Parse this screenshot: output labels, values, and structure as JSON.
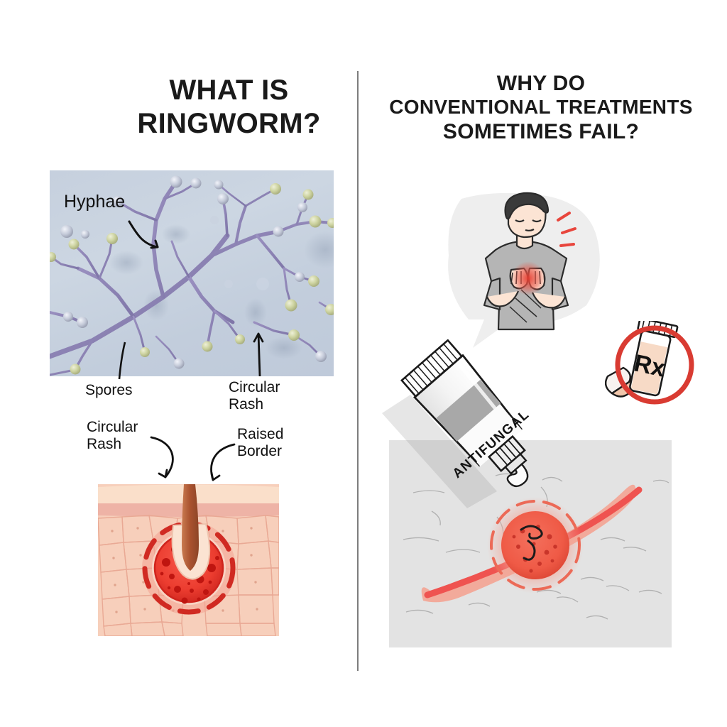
{
  "page": {
    "background": "#ffffff",
    "divider_color": "#7d7d7d",
    "layout": "two-column medical infographic"
  },
  "left_panel": {
    "title_line1": "WHAT IS",
    "title_line2": "RINGWORM?",
    "microscopy": {
      "caption_inside": "Hyphae",
      "background_color": "#c8d2e0",
      "hyphae_color": "#8e85b8",
      "spore_color": "#c9cf9a",
      "description": "microscope view of branching fungal hyphae with round spores"
    },
    "labels": [
      {
        "text": "Hyphae",
        "pointer": "curved-arrow-down-right"
      },
      {
        "text": "Spores",
        "pointer": "straight-line-up"
      },
      {
        "text": "Circular\nRash",
        "pointer": "straight-arrow-up"
      },
      {
        "text": "Circular\nRash",
        "pointer": "curved-arrow-down-right"
      },
      {
        "text": "Raised\nBorder",
        "pointer": "curved-arrow-down-left"
      }
    ],
    "label_spores": "Spores",
    "label_circular_rash_micro_line1": "Circular",
    "label_circular_rash_micro_line2": "Rash",
    "label_circular_rash_skin_line1": "Circular",
    "label_circular_rash_skin_line2": "Rash",
    "label_raised_border_line1": "Raised",
    "label_raised_border_line2": "Border",
    "skin_diagram": {
      "description": "skin cross-section with hair follicle and red circular ringworm lesion",
      "epidermis_color": "#f8dcc7",
      "dermis_color": "#f6cdb8",
      "band_color": "#eab0a5",
      "lesion_color": "#ef4136",
      "lesion_dot_color": "#c1161b",
      "dashed_ring_color": "#d32f2f",
      "hair_color": "#b5643c"
    }
  },
  "right_panel": {
    "title_line1": "WHY DO",
    "title_line2": "CONVENTIONAL TREATMENTS",
    "title_line3": "SOMETIMES FAIL?",
    "scene_bubble": {
      "description": "speech bubble with person scratching itchy red chest rash",
      "bubble_color": "#eeeeee",
      "shirt_color": "#b5b5b5",
      "hair_color": "#3a3a3a",
      "skin_color": "#fce4d4",
      "irritation_color": "#e8453c"
    },
    "rx_icon": {
      "label": "Rx",
      "description": "prescription pill bottle with pill, crossed out",
      "prohibition_color": "#d93b32",
      "bottle_fill": "#f7dac6"
    },
    "treatment_scene": {
      "tube_label": "ANTIFUNGAL",
      "description": "antifungal cream tube squeezing onto a persistent circular rash",
      "panel_color": "#e3e3e3",
      "tube_body_color": "#f7f7f7",
      "tube_band_color": "#a8a8a8",
      "rash_color": "#f0604f",
      "streak_color": "#ef5350"
    }
  }
}
